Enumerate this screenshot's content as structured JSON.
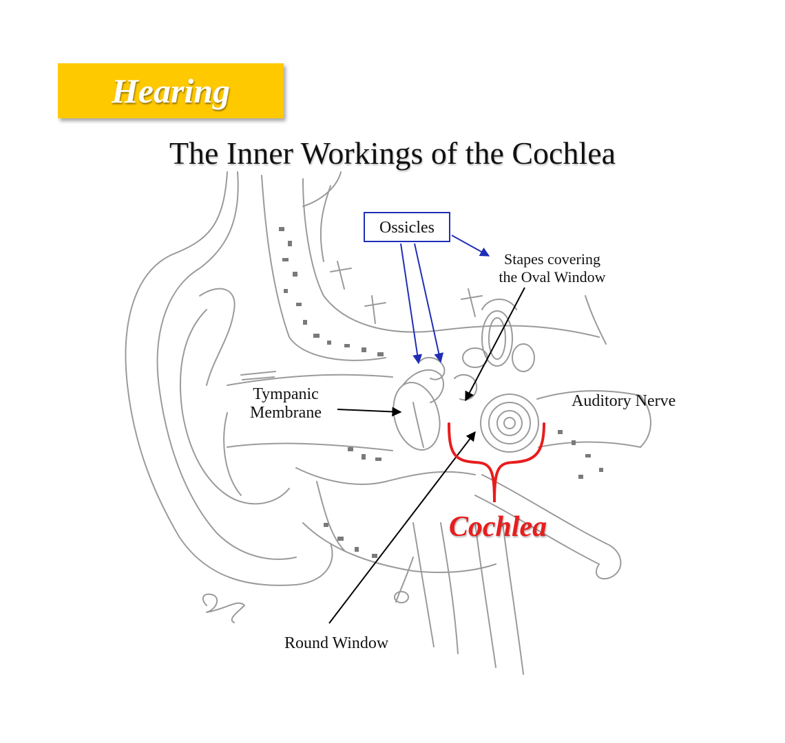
{
  "slide": {
    "badge": "Hearing",
    "title": "The Inner Workings of the Cochlea"
  },
  "labels": {
    "ossicles": "Ossicles",
    "stapes_line1": "Stapes covering",
    "stapes_line2": "the Oval Window",
    "tympanic_line1": "Tympanic",
    "tympanic_line2": "Membrane",
    "auditory_nerve": "Auditory Nerve",
    "cochlea": "Cochlea",
    "round_window": "Round Window"
  },
  "colors": {
    "badge_background": "#ffc900",
    "badge_text": "#ffffff",
    "ossicles_callout": "#1f2db5",
    "cochlea_highlight": "#e81d1d",
    "pointer_lines": "#000000",
    "sketch": "#8a8a8a"
  }
}
